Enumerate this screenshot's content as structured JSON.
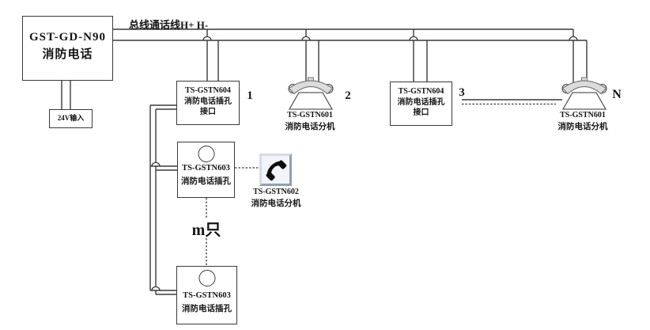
{
  "panel": {
    "model": "GST-GD-N90",
    "name": "消防电话"
  },
  "power": {
    "label": "24V输入"
  },
  "bus": {
    "label": "总线通话线H+ H-"
  },
  "jack_interface_1": {
    "model": "TS-GSTN604",
    "name": "消防电话插孔",
    "sub": "接口",
    "index": "1"
  },
  "phone_2": {
    "model": "TS-GSTN601",
    "name": "消防电话分机",
    "index": "2"
  },
  "jack_interface_3": {
    "model": "TS-GSTN604",
    "name": "消防电话插孔",
    "sub": "接口",
    "index": "3"
  },
  "phone_n": {
    "model": "TS-GSTN601",
    "name": "消防电话分机",
    "index": "N"
  },
  "jack_1": {
    "model": "TS-GSTN603",
    "name": "消防电话插孔"
  },
  "jack_m": {
    "model": "TS-GSTN603",
    "name": "消防电话插孔"
  },
  "handset": {
    "model": "TS-GSTN602",
    "name": "消防电话分机"
  },
  "quantity": {
    "label": "m只"
  },
  "colors": {
    "line": "#3a3a3a",
    "text": "#141414",
    "phone_handset_gray": "#dcdcdc",
    "icon_border_light": "#d3dde8",
    "icon_border_dark": "#8ba1b5",
    "icon_face": "#f1f4f8"
  }
}
